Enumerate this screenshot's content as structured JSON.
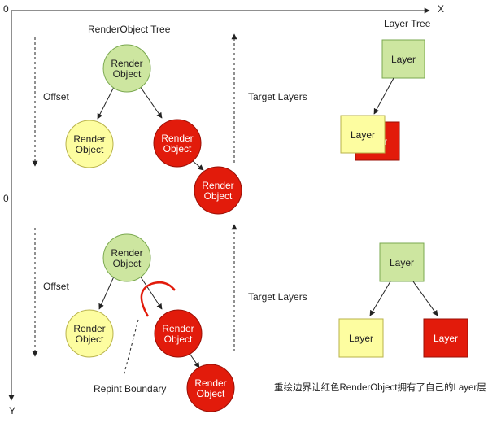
{
  "axes": {
    "x_label": "X",
    "y_label": "Y",
    "origin_top": "0",
    "origin_mid": "0"
  },
  "colors": {
    "green": "#cde6a0",
    "green_stroke": "#7aa84f",
    "yellow": "#fdfda0",
    "yellow_stroke": "#b8b24a",
    "red": "#e21b0b",
    "red_stroke": "#9a0f05",
    "line": "#222222"
  },
  "top": {
    "tree_title": "RenderObject Tree",
    "offset_label": "Offset",
    "target_label": "Target Layers",
    "layer_tree_title": "Layer Tree",
    "nodes": {
      "root": {
        "line1": "Render",
        "line2": "Object"
      },
      "left": {
        "line1": "Render",
        "line2": "Object"
      },
      "right": {
        "line1": "Render",
        "line2": "Object"
      },
      "child": {
        "line1": "Render",
        "line2": "Object"
      }
    },
    "layers": {
      "root": "Layer",
      "front": "Layer",
      "back_fragment": "r"
    }
  },
  "bottom": {
    "offset_label": "Offset",
    "target_label": "Target Layers",
    "boundary_label": "Repint Boundary",
    "caption": "重绘边界让红色RenderObject拥有了自己的Layer层",
    "nodes": {
      "root": {
        "line1": "Render",
        "line2": "Object"
      },
      "left": {
        "line1": "Render",
        "line2": "Object"
      },
      "right": {
        "line1": "Render",
        "line2": "Object"
      },
      "child": {
        "line1": "Render",
        "line2": "Object"
      }
    },
    "layers": {
      "root": "Layer",
      "left": "Layer",
      "right": "Layer"
    }
  }
}
